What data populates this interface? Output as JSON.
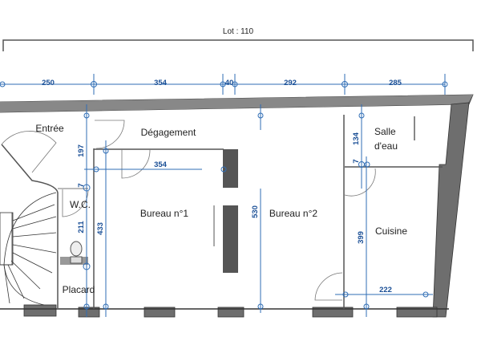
{
  "lot_label": "Lot : 110",
  "rooms": {
    "entree": "Entrée",
    "degagement": "Dégagement",
    "wc": "W.C.",
    "bureau1": "Bureau n°1",
    "bureau2": "Bureau n°2",
    "salle_eau_1": "Salle",
    "salle_eau_2": "d'eau",
    "cuisine": "Cuisine",
    "placard": "Placard"
  },
  "dimensions": {
    "top": [
      "250",
      "354",
      "40",
      "292",
      "285"
    ],
    "entree_h": "197",
    "wall_a": "7",
    "wc_h": "211",
    "bureau1_h": "433",
    "bureau1_w": "354",
    "bureau2_h": "530",
    "salle_eau_h": "134",
    "wall_b": "7",
    "cuisine_h": "399",
    "cuisine_w": "222"
  }
}
